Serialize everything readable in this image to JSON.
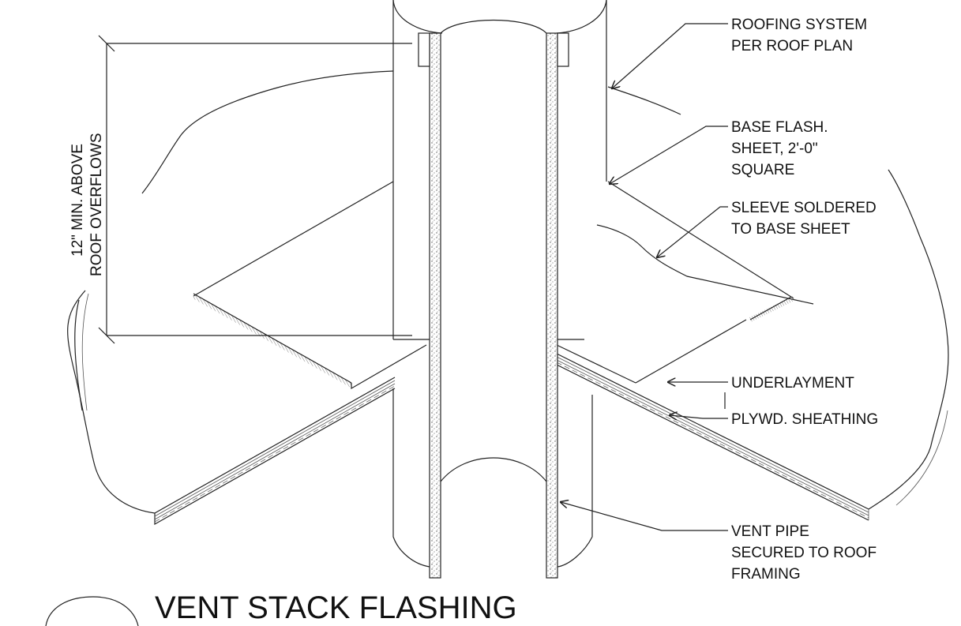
{
  "title": "VENT STACK FLASHING",
  "dimension_label": {
    "line1": "12\" MIN. ABOVE",
    "line2": "ROOF OVERFLOWS"
  },
  "callouts": {
    "roofing": {
      "line1": "ROOFING SYSTEM",
      "line2": "PER ROOF PLAN"
    },
    "base_flash": {
      "line1": "BASE FLASH.",
      "line2": "SHEET, 2'-0\"",
      "line3": "SQUARE"
    },
    "sleeve": {
      "line1": "SLEEVE SOLDERED",
      "line2": "TO BASE SHEET"
    },
    "underlayment": {
      "line1": "UNDERLAYMENT"
    },
    "sheathing": {
      "line1": "PLYWD. SHEATHING"
    },
    "vent_pipe": {
      "line1": "VENT PIPE",
      "line2": "SECURED TO ROOF",
      "line3": "FRAMING"
    }
  }
}
